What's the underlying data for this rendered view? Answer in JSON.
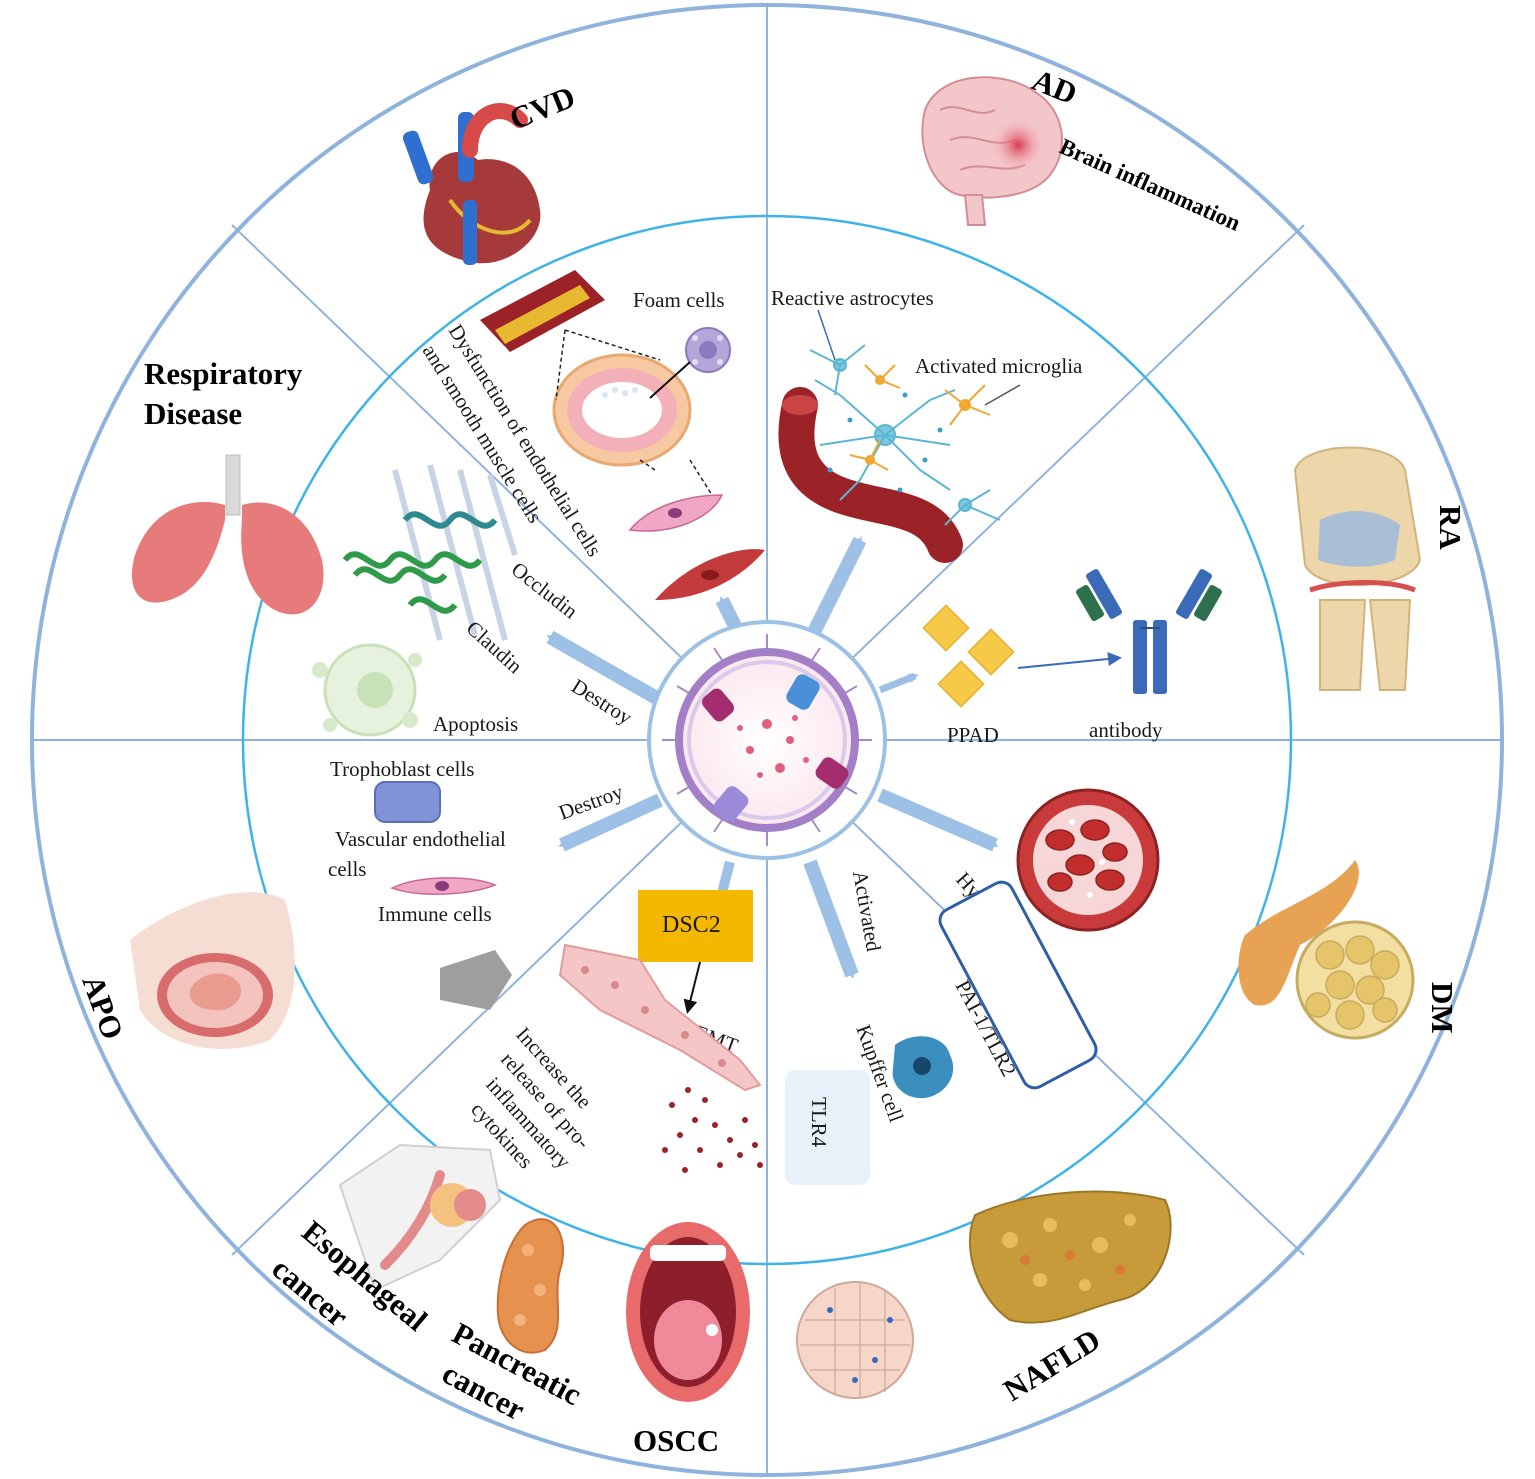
{
  "colors": {
    "outer_ring": "#8fb3dc",
    "inner_ring": "#3fb3e8",
    "arrow": "#9dc0e6",
    "dsc2_box": "#f5b800",
    "vessel_red": "#9b2226"
  },
  "center": {
    "icon": "extracellular-vesicle-icon"
  },
  "diseases": {
    "cvd": "CVD",
    "ad": "AD",
    "brain_inflammation": "Brain inflammation",
    "ra": "RA",
    "dm": "DM",
    "nafld": "NAFLD",
    "oscc": "OSCC",
    "pancreatic_l1": "Pancreatic",
    "pancreatic_l2": "cancer",
    "esophageal_l1": "Esophageal",
    "esophageal_l2": "cancer",
    "apo": "APO",
    "respiratory_l1": "Respiratory",
    "respiratory_l2": "Disease"
  },
  "mechanisms": {
    "foam_cells": "Foam cells",
    "dysfunction_l1": "Dysfunction of endothelial cells",
    "dysfunction_l2": "and smooth muscle cells",
    "reactive_astrocytes": "Reactive astrocytes",
    "activated_microglia": "Activated microglia",
    "ppad": "PPAD",
    "antibody": "antibody",
    "occludin": "Occludin",
    "claudin": "Claudin",
    "destroy_upper": "Destroy",
    "apoptosis": "Apoptosis",
    "trophoblast": "Trophoblast cells",
    "destroy_lower": "Destroy",
    "vascular_l1": "Vascular endothelial",
    "vascular_l2": "cells",
    "immune": "Immune cells",
    "dsc2": "DSC2",
    "emt": "EMT",
    "cytokines_l1": "Increase the",
    "cytokines_l2": "release of pro-",
    "cytokines_l3": "inflammatory",
    "cytokines_l4": "cytokines",
    "activated": "Activated",
    "kupffer": "Kupffer cell",
    "tlr4": "TLR4",
    "pai_tlr2": "PAI-1/TLR2",
    "hyperglycemia": "Hyperglycemia"
  }
}
